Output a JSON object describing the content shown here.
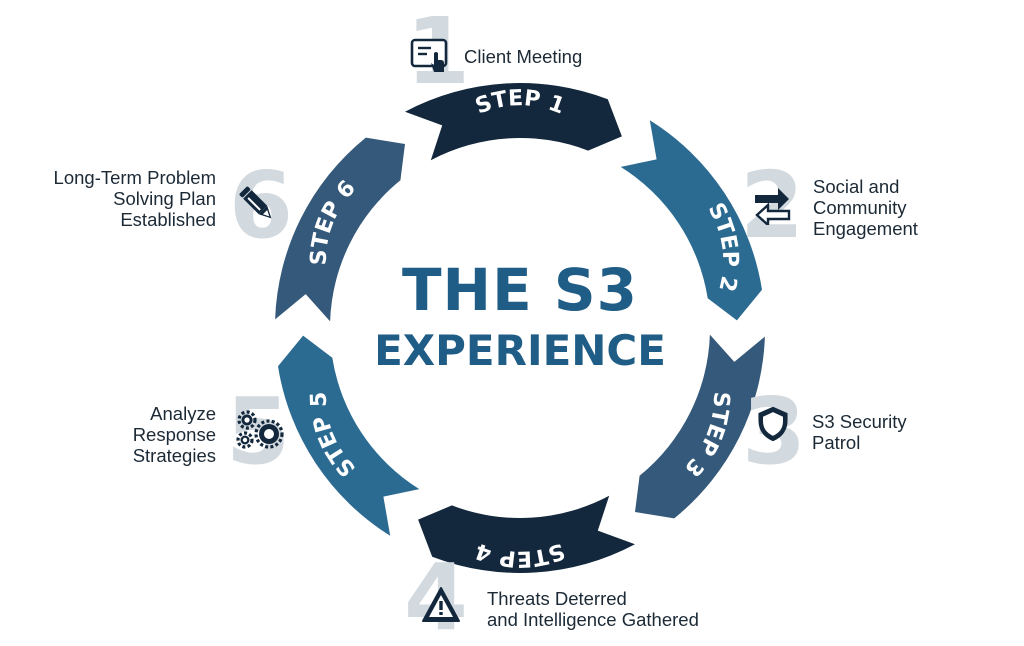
{
  "title": {
    "line1": "THE S3",
    "line2": "EXPERIENCE"
  },
  "colors": {
    "navy": "#13283d",
    "mid_blue": "#2b6b92",
    "steel_blue": "#34597a",
    "title_blue": "#1f5d87",
    "number_gray": "#d3dadf"
  },
  "steps": [
    {
      "label": "STEP 1",
      "number": "1",
      "icon": "presentation-pointer-icon",
      "caption": [
        "Client Meeting"
      ]
    },
    {
      "label": "STEP 2",
      "number": "2",
      "icon": "exchange-arrows-icon",
      "caption": [
        "Social and",
        "Community",
        "Engagement"
      ]
    },
    {
      "label": "STEP 3",
      "number": "3",
      "icon": "shield-icon",
      "caption": [
        "S3 Security",
        "Patrol"
      ]
    },
    {
      "label": "STEP 4",
      "number": "4",
      "icon": "warning-triangle-icon",
      "caption": [
        "Threats Deterred",
        "and Intelligence Gathered"
      ]
    },
    {
      "label": "STEP 5",
      "number": "5",
      "icon": "gears-icon",
      "caption": [
        "Analyze",
        "Response",
        "Strategies"
      ]
    },
    {
      "label": "STEP 6",
      "number": "6",
      "icon": "pencil-icon",
      "caption": [
        "Long-Term Problem",
        "Solving Plan",
        "Established"
      ]
    }
  ]
}
